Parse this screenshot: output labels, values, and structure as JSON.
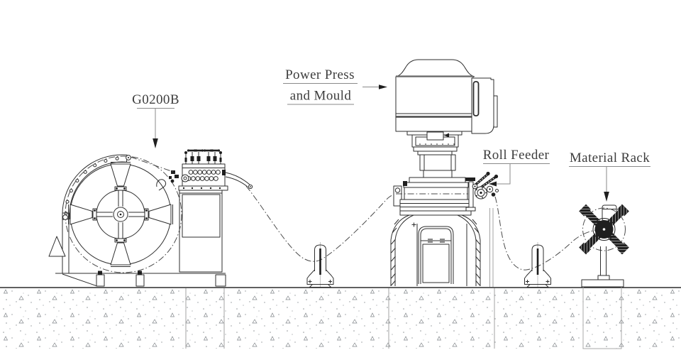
{
  "labels": {
    "decoiler": "G0200B",
    "press_line1": "Power Press",
    "press_line2": "and Mould",
    "feeder": "Roll Feeder",
    "rack": "Material Rack"
  },
  "colors": {
    "background": "#ffffff",
    "line": "#2e2e2e",
    "label_text": "#3d3d3d",
    "leader": "#8a8a8a",
    "strip_path": "#4a4a4a",
    "concrete_speckle": "#8f9498"
  }
}
